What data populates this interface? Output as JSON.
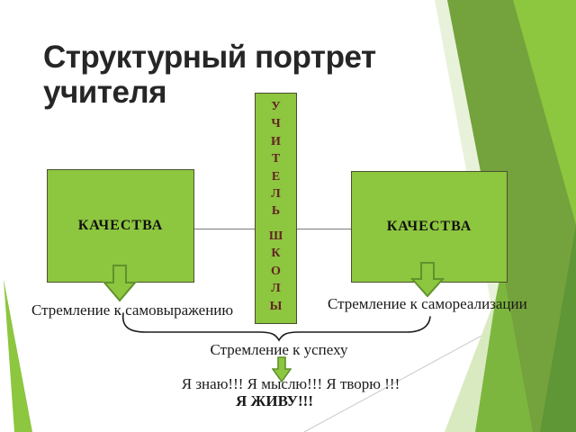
{
  "slide": {
    "title": "Структурный портрет учителя"
  },
  "diagram": {
    "left_box_label": "КАЧЕСТВА",
    "right_box_label": "КАЧЕСТВА",
    "column_word_top": "УЧИТЕЛЬ",
    "column_word_bottom": "ШКОЛЫ",
    "left_caption": "Стремление к самовыражению",
    "right_caption": "Стремление к самореализации",
    "center_caption": "Стремление к успеху",
    "statement_line1": "Я знаю!!! Я мыслю!!! Я творю !!!",
    "statement_line2": "Я ЖИВУ!!!"
  },
  "colors": {
    "shape_green": "#8dc63f",
    "arrow_outline_green": "#60922c",
    "decor_dark_green": "#74a23c",
    "decor_deep_green": "#5f9636",
    "decor_pale_green": "#d9eac1",
    "column_letter_red": "#632423",
    "title_color": "#262626",
    "text_color": "#1a1a1a"
  }
}
